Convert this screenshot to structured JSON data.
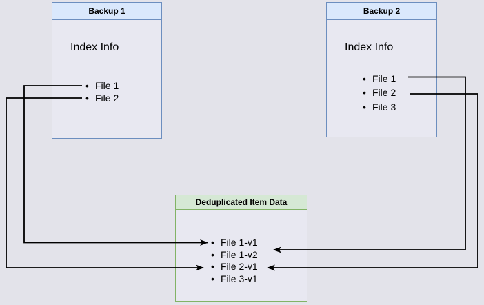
{
  "page": {
    "background_color": "#e3e3ea",
    "arrow_color": "#000000"
  },
  "diagram": {
    "backup1": {
      "title": "Backup 1",
      "subtitle": "Index Info",
      "items": [
        "File 1",
        "File 2"
      ],
      "header_fill": "#dae8fc",
      "border_color": "#6c8ebf"
    },
    "backup2": {
      "title": "Backup 2",
      "subtitle": "Index Info",
      "items": [
        "File 1",
        "File 2",
        "File 3"
      ],
      "header_fill": "#dae8fc",
      "border_color": "#6c8ebf"
    },
    "dedup": {
      "title": "Deduplicated Item Data",
      "items": [
        "File 1-v1",
        "File 1-v2",
        "File 2-v1",
        "File 3-v1"
      ],
      "header_fill": "#d5e8d4",
      "border_color": "#82b366"
    },
    "connections": [
      {
        "from": "Backup 1 / File 1",
        "to": "File 1-v1"
      },
      {
        "from": "Backup 1 / File 2",
        "to": "File 2-v1"
      },
      {
        "from": "Backup 2 / File 1",
        "to": "File 1-v2"
      },
      {
        "from": "Backup 2 / File 2",
        "to": "File 2-v1"
      }
    ]
  }
}
